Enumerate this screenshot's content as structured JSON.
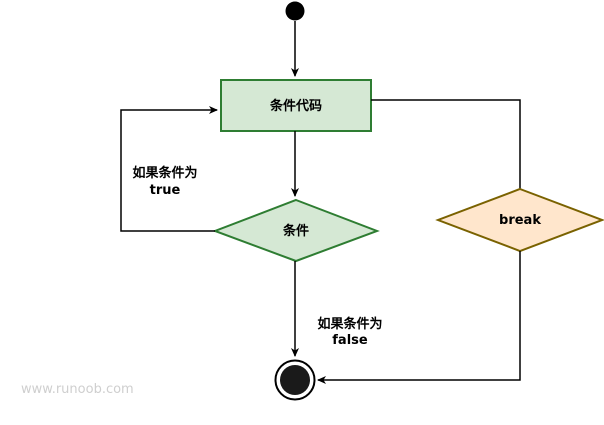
{
  "diagram": {
    "process_box": {
      "label": "条件代码"
    },
    "decision": {
      "label": "条件"
    },
    "break_node": {
      "label": "break"
    },
    "loop_label": {
      "line1": "如果条件为",
      "line2": "true"
    },
    "exit_label": {
      "line1": "如果条件为",
      "line2": "false"
    },
    "watermark": "www.runoob.com"
  },
  "colors": {
    "process_fill": "#d5e8d4",
    "process_stroke": "#2e7d32",
    "decision_fill": "#d5e8d4",
    "decision_stroke": "#2e7d32",
    "break_fill": "#ffe6cc",
    "break_stroke": "#7a6200",
    "line": "#000000"
  }
}
